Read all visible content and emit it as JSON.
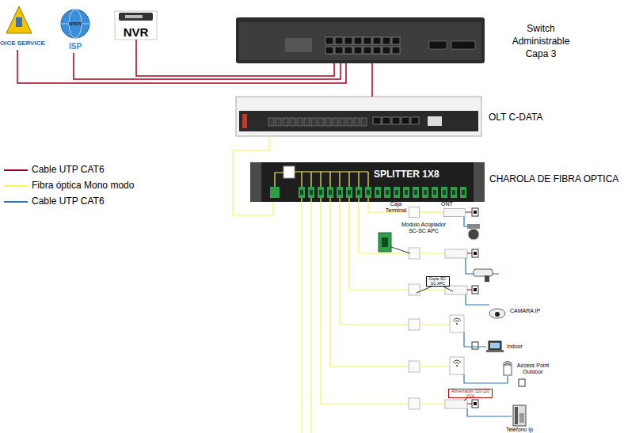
{
  "diagram": {
    "nodes": [
      {
        "text": [
          "OICE SERVICE"
        ]
      },
      {
        "text": [
          "www",
          "ISP"
        ]
      },
      {
        "text": [
          "NVR"
        ]
      },
      {
        "text": [
          "Switch Administrable Capa 3"
        ]
      },
      {
        "text": [
          "OLT C-DATA"
        ]
      },
      {
        "text": [
          "SPLITTER 1X8",
          "CHAROLA DE FIBRA OPTICA"
        ]
      },
      {
        "text": [
          "Caja Terminal"
        ]
      },
      {
        "text": [
          "ONT"
        ]
      },
      {
        "text": [
          "Modulo Acoplador SC-SC APC"
        ]
      },
      {
        "text": [
          "Cople SC-SC APC"
        ]
      },
      {
        "text": [
          "CAMARA IP"
        ]
      },
      {
        "text": [
          "Indoor"
        ]
      },
      {
        "text": [
          "Access Point Outdoor"
        ]
      },
      {
        "text": [
          "Alimentación 110-120 VCA"
        ]
      },
      {
        "text": [
          "Teléfono Ip"
        ]
      }
    ],
    "edges": [
      {
        "from": 0,
        "to": 3,
        "arrow": "none"
      },
      {
        "from": 1,
        "to": 3,
        "arrow": "none"
      },
      {
        "from": 2,
        "to": 3,
        "arrow": "none"
      },
      {
        "from": 3,
        "to": 4,
        "arrow": "none"
      },
      {
        "from": 4,
        "to": 5,
        "arrow": "none"
      },
      {
        "from": 5,
        "to": 6,
        "arrow": "none"
      },
      {
        "from": 6,
        "to": 7,
        "arrow": "none"
      }
    ],
    "legend": [
      {
        "text": "Cable UTP CAT6",
        "color": "#a50021"
      },
      {
        "text": "Fibra óptica Mono modo",
        "color": "#f7f35a"
      },
      {
        "text": "Cable UTP CAT6",
        "color": "#2e75b6"
      }
    ]
  }
}
